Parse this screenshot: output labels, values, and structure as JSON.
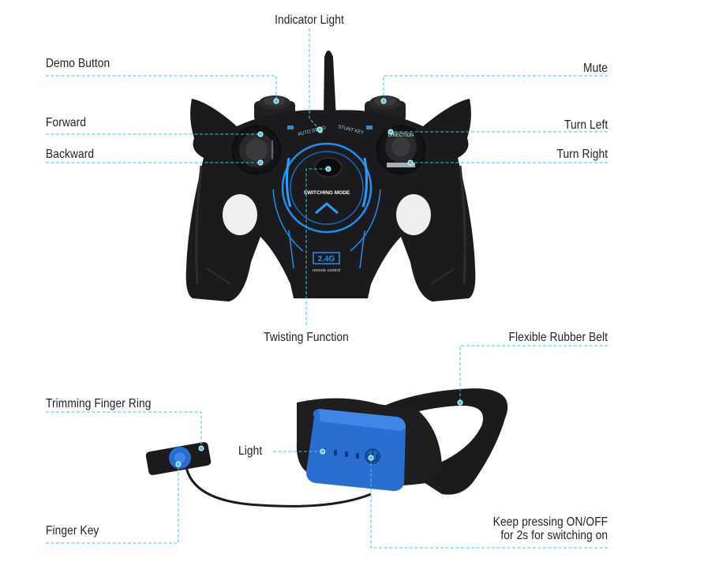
{
  "colors": {
    "leader": "#3fc7e0",
    "accent_blue": "#1f8ff0",
    "body_black": "#1b1b1d",
    "band_blue": "#2a6fd0",
    "text": "#222222"
  },
  "controller": {
    "button_labels": {
      "left_bumper": "AUTO DEMO",
      "right_bumper": "STUNT KEY",
      "center": "SWITCHING MODE",
      "right_stick": "DIRECTION",
      "badge": "2.4G",
      "badge_sub": "remote control"
    }
  },
  "labels": {
    "indicator_light": "Indicator Light",
    "demo_button": "Demo Button",
    "mute": "Mute",
    "forward": "Forward",
    "turn_left": "Turn Left",
    "backward": "Backward",
    "turn_right": "Turn Right",
    "twisting_function": "Twisting Function",
    "flexible_rubber_belt": "Flexible Rubber Belt",
    "trimming_finger_ring": "Trimming Finger Ring",
    "light": "Light",
    "finger_key": "Finger Key",
    "on_off_note": "Keep pressing ON/OFF\nfor 2s for switching on"
  }
}
